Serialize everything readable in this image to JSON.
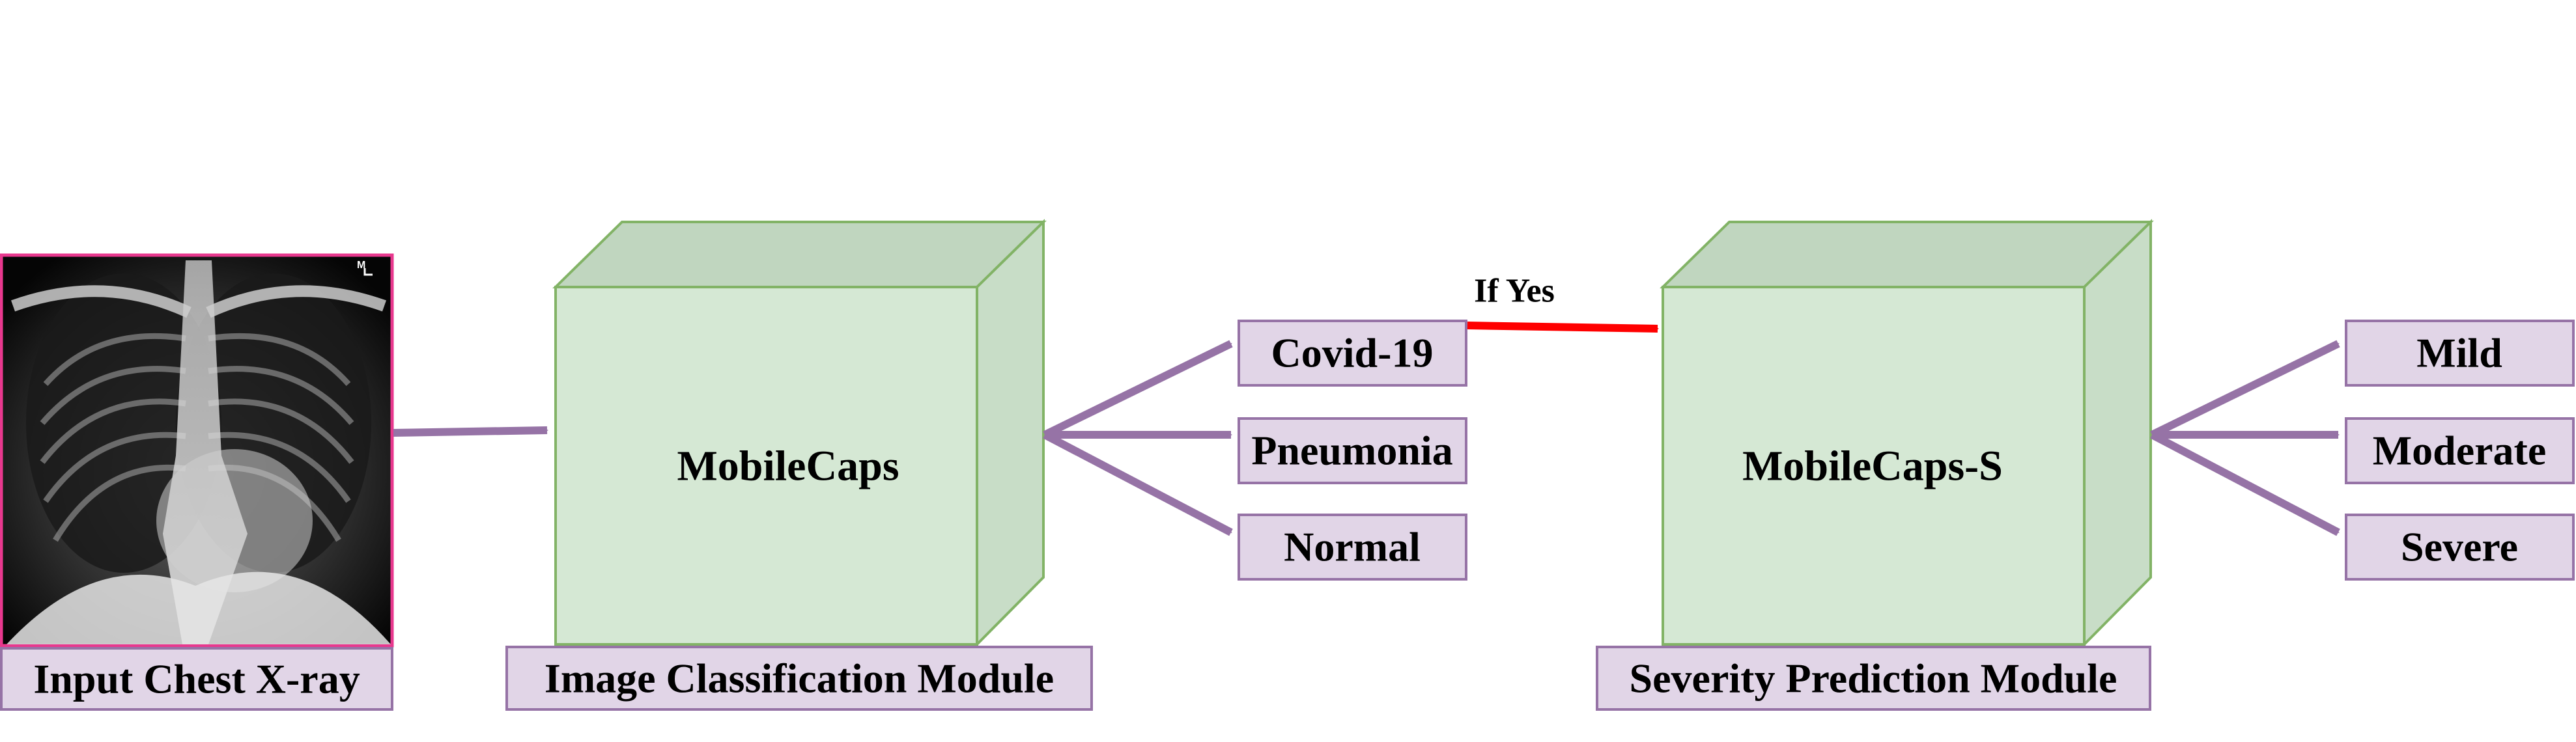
{
  "input": {
    "label": "Input Chest X-ray",
    "xray_marker": "M"
  },
  "module1": {
    "box_title": "MobileCaps",
    "caption": "Image Classification Module"
  },
  "module1_outputs": [
    "Covid-19",
    "Pneumonia",
    "Normal"
  ],
  "condition": {
    "label": "If Yes"
  },
  "module2": {
    "box_title": "MobileCaps-S",
    "caption": "Severity Prediction Module"
  },
  "module2_outputs": [
    "Mild",
    "Moderate",
    "Severe"
  ],
  "colors": {
    "label_fill": "#e1d5e7",
    "label_border": "#9673a6",
    "arrow": "#9673a6",
    "cube_front": "#d5e8d4",
    "cube_top": "#c0d6bf",
    "cube_side": "#c8ddc7",
    "cube_border": "#82b366",
    "condition_arrow": "#ff0000",
    "xray_border": "#e8388e"
  }
}
